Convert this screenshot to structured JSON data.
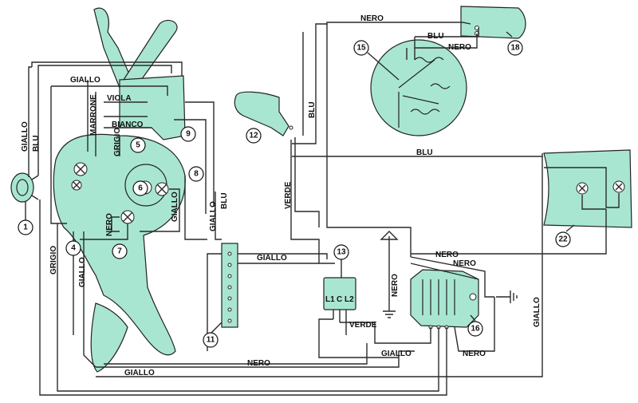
{
  "wire_labels": {
    "nero_top": "NERO",
    "blu_18": "BLU",
    "nero_18": "NERO",
    "giallo_top": "GIALLO",
    "viola": "VIOLA",
    "marrone": "MARRONE",
    "bianco": "BIANCO",
    "grigio_5": "GRIGIO",
    "giallo_left": "GIALLO",
    "blu_left": "BLU",
    "blu_mid": "BLU",
    "blu_22": "BLU",
    "verde_12": "VERDE",
    "giallo_11": "GIALLO",
    "blu_11": "BLU",
    "giallo_8": "GIALLO",
    "nero_7": "NERO",
    "giallo_mid": "GIALLO",
    "nero_16a": "NERO",
    "nero_16b": "NERO",
    "nero_vert": "NERO",
    "grigio_4": "GRIGIO",
    "giallo_4": "GIALLO",
    "verde_13": "VERDE",
    "giallo_16": "GIALLO",
    "nero_bottom": "NERO",
    "giallo_bottom": "GIALLO",
    "nero_16c": "NERO",
    "giallo_right": "GIALLO"
  },
  "component_numbers": {
    "c1": "1",
    "c4": "4",
    "c5": "5",
    "c6": "6",
    "c7": "7",
    "c8": "8",
    "c9": "9",
    "c11": "11",
    "c12": "12",
    "c13": "13",
    "c15": "15",
    "c16": "16",
    "c18": "18",
    "c22": "22"
  },
  "regulator_terminals": {
    "l1": "L1",
    "c": "C",
    "l2": "L2"
  },
  "colors": {
    "component_fill": "#a8e6d2",
    "wire": "#2a2a2a",
    "background": "#ffffff"
  }
}
